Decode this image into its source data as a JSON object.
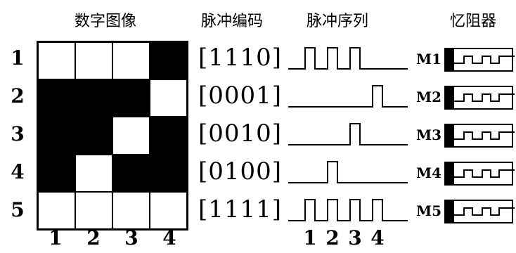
{
  "headers": {
    "digital_image": "数字图像",
    "pulse_encoding": "脉冲编码",
    "pulse_sequence": "脉冲序列",
    "memristor": "忆阻器"
  },
  "rows": [
    {
      "label": "1",
      "code": "[1110]",
      "pixels": [
        0,
        0,
        0,
        1
      ],
      "pulses": [
        1,
        1,
        1,
        0
      ],
      "memristor": "M1"
    },
    {
      "label": "2",
      "code": "[0001]",
      "pixels": [
        1,
        1,
        1,
        0
      ],
      "pulses": [
        0,
        0,
        0,
        1
      ],
      "memristor": "M2"
    },
    {
      "label": "3",
      "code": "[0010]",
      "pixels": [
        1,
        1,
        0,
        1
      ],
      "pulses": [
        0,
        0,
        1,
        0
      ],
      "memristor": "M3"
    },
    {
      "label": "4",
      "code": "[0100]",
      "pixels": [
        1,
        0,
        1,
        1
      ],
      "pulses": [
        0,
        1,
        0,
        0
      ],
      "memristor": "M4"
    },
    {
      "label": "5",
      "code": "[1111]",
      "pixels": [
        0,
        0,
        0,
        0
      ],
      "pulses": [
        1,
        1,
        1,
        1
      ],
      "memristor": "M5"
    }
  ],
  "column_labels": [
    "1",
    "2",
    "3",
    "4"
  ],
  "pulse_labels": [
    "1",
    "2",
    "3",
    "4"
  ]
}
